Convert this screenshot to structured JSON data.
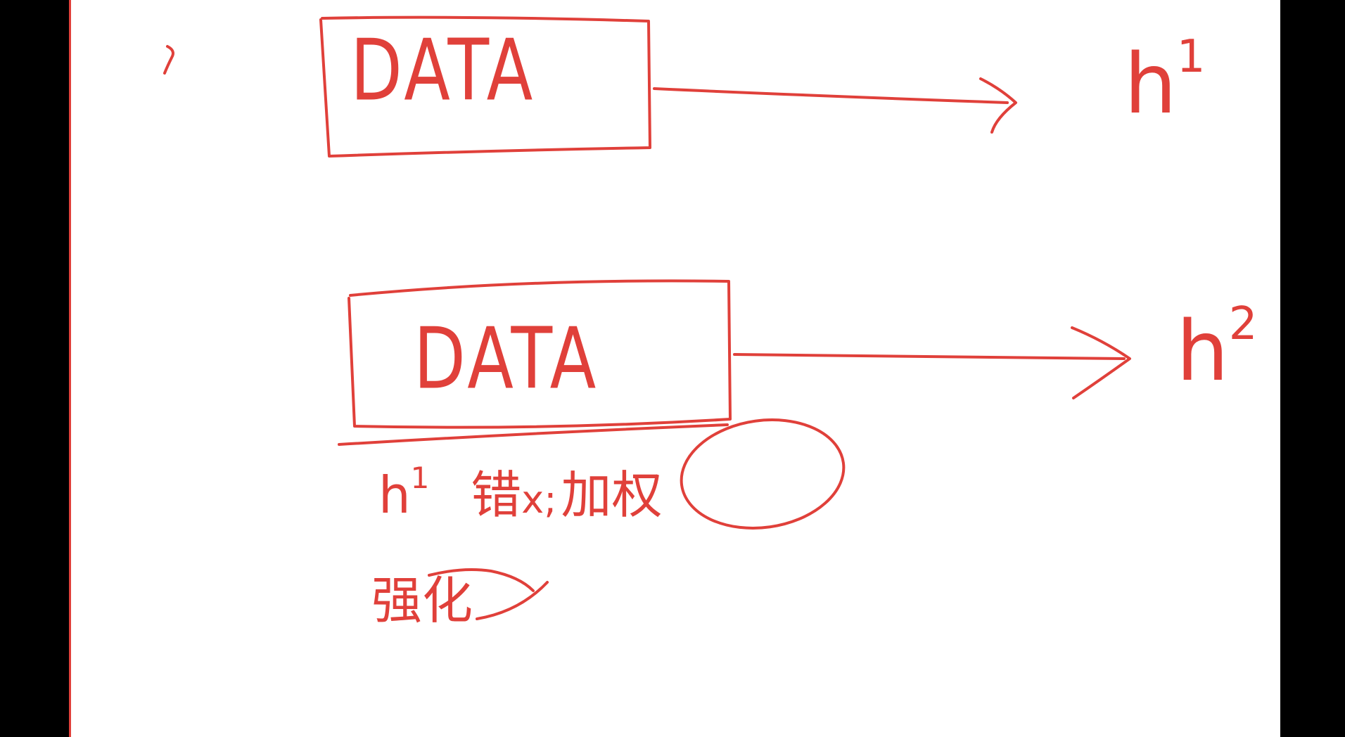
{
  "colors": {
    "ink": "#e0403a",
    "page": "#ffffff",
    "surround": "#000000"
  },
  "rows": [
    {
      "box_label": "DATA",
      "output": {
        "base": "h",
        "superscript": "1"
      }
    },
    {
      "box_label": "DATA",
      "output": {
        "base": "h",
        "superscript": "2"
      }
    }
  ],
  "annotation": {
    "line1_base": "h",
    "line1_superscript": "1",
    "line1_rest": "错",
    "line1_mark": "x;",
    "circled_text": "加权",
    "line2": "强化"
  }
}
